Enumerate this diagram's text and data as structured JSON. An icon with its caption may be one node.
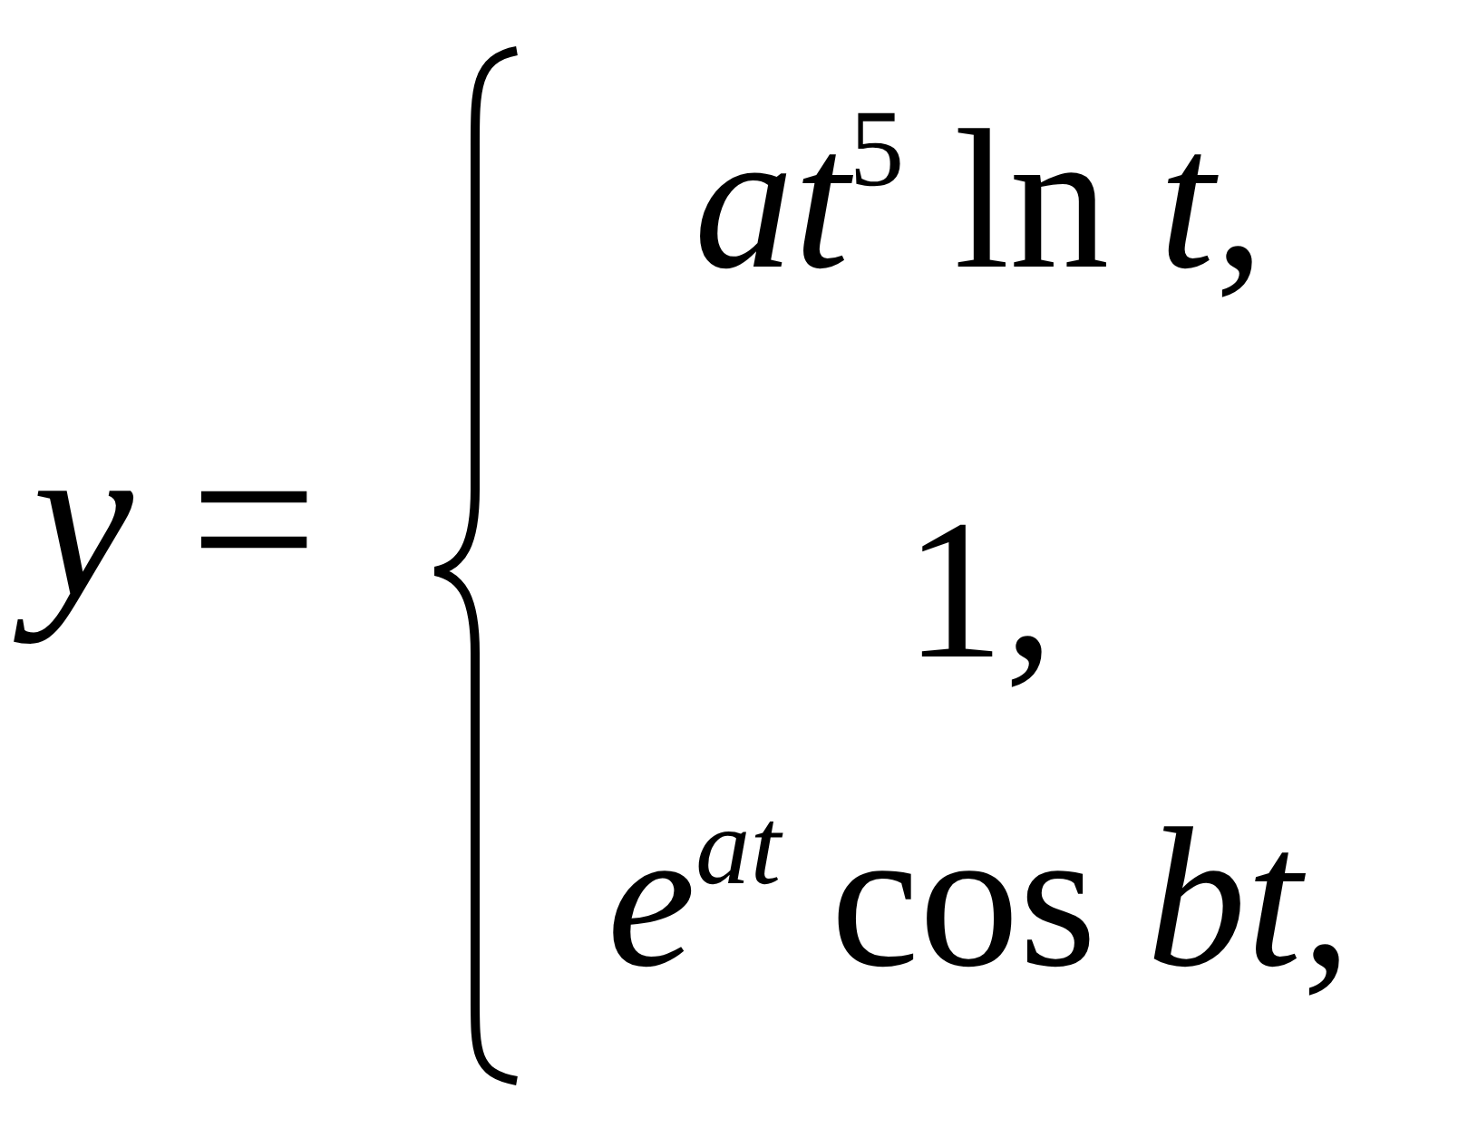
{
  "diagram": {
    "labels": [
      "*y* =",
      "*at*$^{5}$ ln *t*,",
      "1,",
      "*e*$^{at}$ cos *bt*,"
    ]
  }
}
